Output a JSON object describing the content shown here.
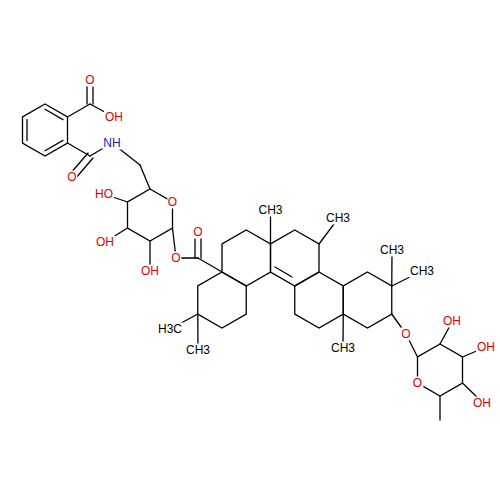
{
  "diagram": {
    "labels": [
      "O",
      "OH",
      "NH",
      "O",
      "HO",
      "O",
      "CH3",
      "CH3",
      "CH3",
      "O",
      "O",
      "CH3",
      "OH",
      "OH",
      "H3C",
      "O",
      "OH",
      "CH3",
      "CH3",
      "O",
      "OH",
      "OH"
    ]
  }
}
